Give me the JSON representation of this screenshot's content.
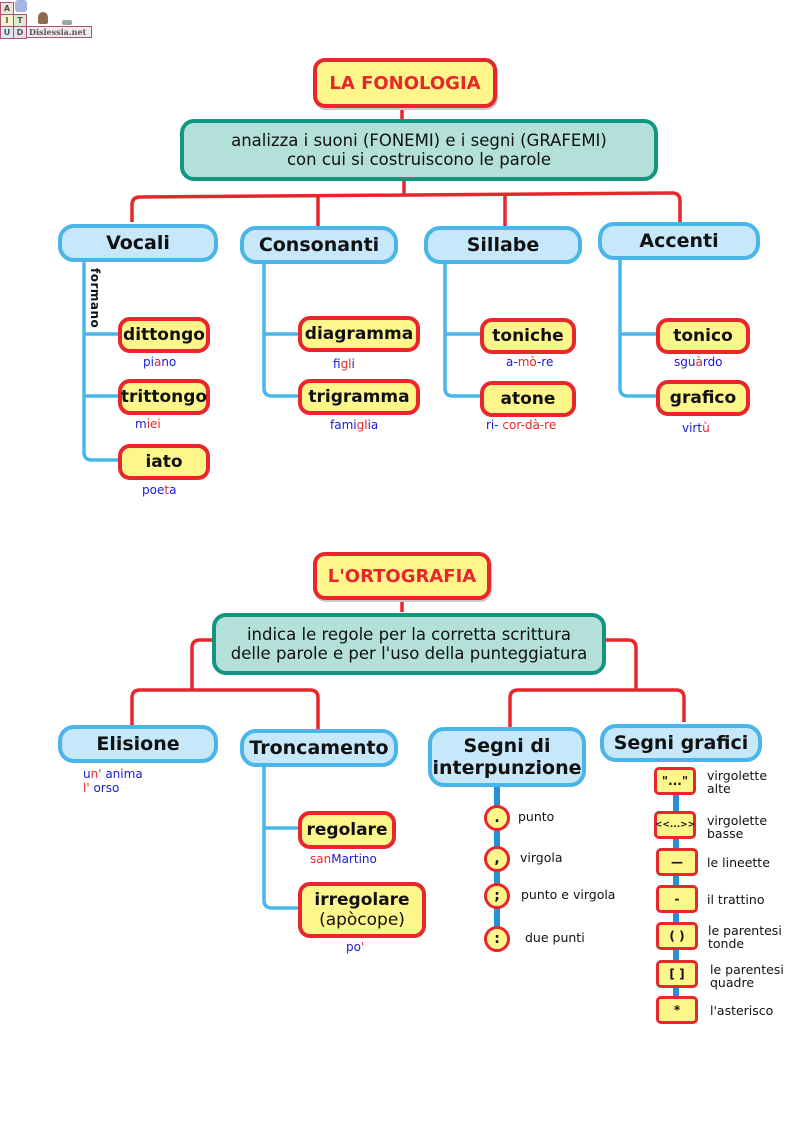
{
  "logo": {
    "blocks": [
      "A",
      "I",
      "T",
      "U",
      "D"
    ],
    "site": "Dislessia.net"
  },
  "colors": {
    "title_fill": "#fdf68a",
    "title_border": "#e8262c",
    "desc_fill": "#b4e0da",
    "desc_border": "#11977f",
    "category_fill": "#c7e8fa",
    "category_border": "#4ab5e8",
    "connector_red": "#e8262c",
    "connector_blue": "#4ab5e8",
    "example_blue": "#1a1ad4",
    "example_red": "#e8262c"
  },
  "fonologia": {
    "title": "LA FONOLOGIA",
    "description_line1": "analizza i suoni (FONEMI) e i segni (GRAFEMI)",
    "description_line2": "con cui si costruiscono le parole",
    "categories": [
      {
        "label": "Vocali",
        "side_label": "formano",
        "items": [
          {
            "label": "dittongo",
            "example": [
              {
                "t": "pi",
                "c": "b"
              },
              {
                "t": "a",
                "c": "r"
              },
              {
                "t": "no",
                "c": "b"
              }
            ]
          },
          {
            "label": "trittongo",
            "example": [
              {
                "t": "m",
                "c": "b"
              },
              {
                "t": "iei",
                "c": "r"
              }
            ]
          },
          {
            "label": "iato",
            "example": [
              {
                "t": "poe",
                "c": "b"
              },
              {
                "t": "t",
                "c": "r"
              },
              {
                "t": "a",
                "c": "b"
              }
            ]
          }
        ]
      },
      {
        "label": "Consonanti",
        "items": [
          {
            "label": "diagramma",
            "example": [
              {
                "t": "fi",
                "c": "b"
              },
              {
                "t": "gl",
                "c": "r"
              },
              {
                "t": "i",
                "c": "b"
              }
            ]
          },
          {
            "label": "trigramma",
            "example": [
              {
                "t": "fami",
                "c": "b"
              },
              {
                "t": "gl",
                "c": "r"
              },
              {
                "t": "ia",
                "c": "b"
              }
            ]
          }
        ]
      },
      {
        "label": "Sillabe",
        "items": [
          {
            "label": "toniche",
            "example": [
              {
                "t": "a-",
                "c": "b"
              },
              {
                "t": "mò",
                "c": "r"
              },
              {
                "t": "-re",
                "c": "b"
              }
            ]
          },
          {
            "label": "atone",
            "example": [
              {
                "t": "ri- ",
                "c": "b"
              },
              {
                "t": "cor-dà-re",
                "c": "r"
              }
            ]
          }
        ]
      },
      {
        "label": "Accenti",
        "items": [
          {
            "label": "tonico",
            "example": [
              {
                "t": "sgu",
                "c": "b"
              },
              {
                "t": "à",
                "c": "r"
              },
              {
                "t": "rdo",
                "c": "b"
              }
            ]
          },
          {
            "label": "grafico",
            "example": [
              {
                "t": "virt",
                "c": "b"
              },
              {
                "t": "ù",
                "c": "r"
              }
            ]
          }
        ]
      }
    ]
  },
  "ortografia": {
    "title": "L'ORTOGRAFIA",
    "description_line1": "indica le regole per la corretta scrittura",
    "description_line2": "delle parole e per l'uso della punteggiatura",
    "elisione": {
      "label": "Elisione",
      "examples": [
        [
          {
            "t": "u",
            "c": "b"
          },
          {
            "t": "n'",
            "c": "r"
          },
          {
            "t": " anima",
            "c": "b"
          }
        ],
        [
          {
            "t": "l'",
            "c": "r"
          },
          {
            "t": " orso",
            "c": "b"
          }
        ]
      ]
    },
    "troncamento": {
      "label": "Troncamento",
      "items": [
        {
          "label_line1": "regolare",
          "label_line2": "",
          "example": [
            {
              "t": "san",
              "c": "r"
            },
            {
              "t": "Martino",
              "c": "b"
            }
          ]
        },
        {
          "label_line1": "irregolare",
          "label_line2": "(apòcope)",
          "example": [
            {
              "t": "po",
              "c": "b"
            },
            {
              "t": "'",
              "c": "r"
            }
          ]
        }
      ]
    },
    "interpunzione": {
      "label_line1": "Segni di",
      "label_line2": "interpunzione",
      "items": [
        {
          "symbol": ".",
          "label": "punto"
        },
        {
          "symbol": ",",
          "label": "virgola"
        },
        {
          "symbol": ";",
          "label": "punto e virgola"
        },
        {
          "symbol": ":",
          "label": "due punti"
        }
      ]
    },
    "grafici": {
      "label": "Segni grafici",
      "items": [
        {
          "symbol": "\"...\"",
          "label_line1": "virgolette",
          "label_line2": "alte"
        },
        {
          "symbol": "<<...>>",
          "label_line1": "virgolette",
          "label_line2": "basse"
        },
        {
          "symbol": "—",
          "label_line1": "le lineette",
          "label_line2": ""
        },
        {
          "symbol": "-",
          "label_line1": "il trattino",
          "label_line2": ""
        },
        {
          "symbol": "( )",
          "label_line1": "le parentesi",
          "label_line2": "tonde"
        },
        {
          "symbol": "[ ]",
          "label_line1": "le parentesi",
          "label_line2": "quadre"
        },
        {
          "symbol": "*",
          "label_line1": "l'asterisco",
          "label_line2": ""
        }
      ]
    }
  }
}
